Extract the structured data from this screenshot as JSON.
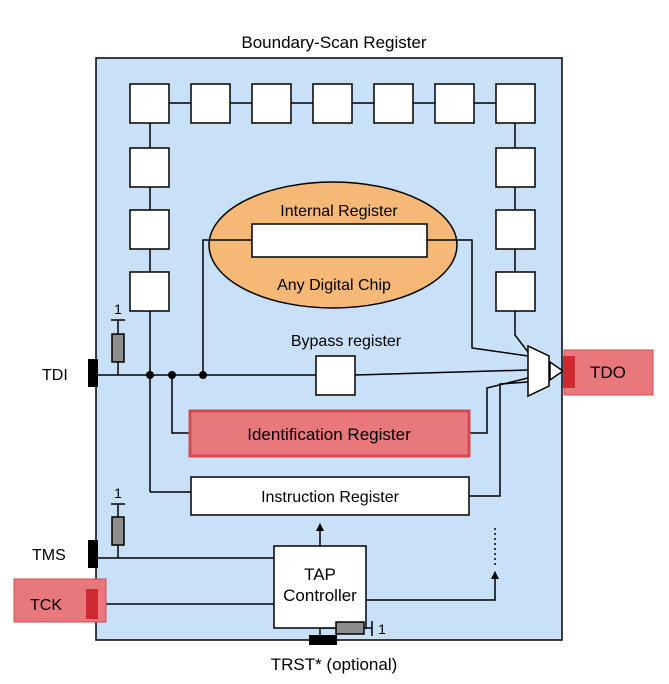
{
  "title": "Boundary-Scan Register",
  "chip": {
    "internal_register_label": "Internal Register",
    "chip_label": "Any Digital Chip"
  },
  "bypass_label": "Bypass register",
  "identification_label": "Identification Register",
  "instruction_label": "Instruction Register",
  "tap": {
    "line1": "TAP",
    "line2": "Controller"
  },
  "pins": {
    "tdi": "TDI",
    "tdo": "TDO",
    "tms": "TMS",
    "tck": "TCK",
    "trst": "TRST* (optional)"
  },
  "pullup_labels": {
    "tdi": "1",
    "tms": "1",
    "trst": "1"
  },
  "colors": {
    "board_fill": "#c8e0f8",
    "chip_fill": "#f5b877",
    "highlight_fill": "#e8787c",
    "highlight_stroke": "#d24a50",
    "pin_fill": "#cf2a30"
  }
}
